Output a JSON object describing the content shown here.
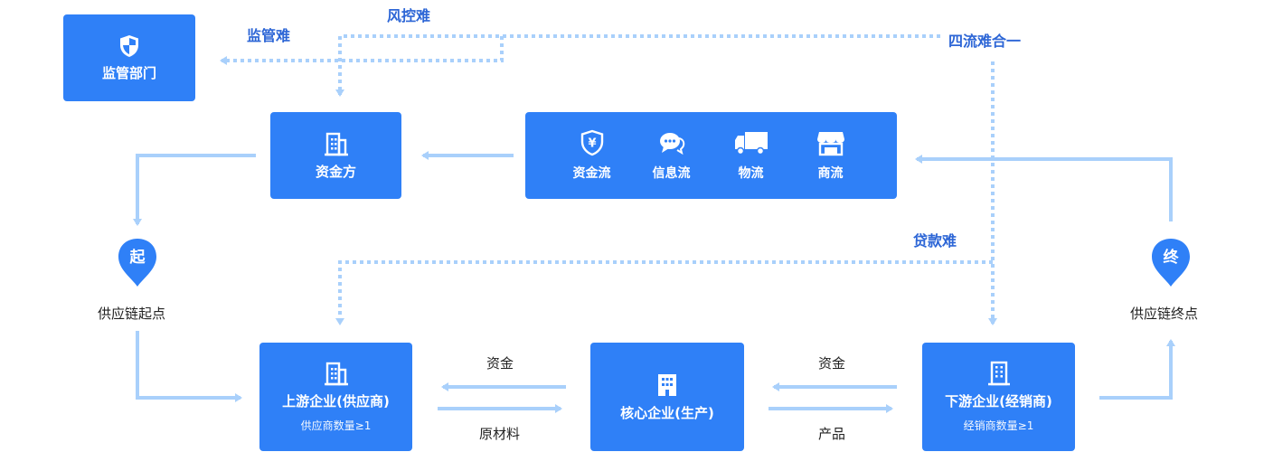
{
  "labels": {
    "regulation_hard": "监管难",
    "risk_control_hard": "风控难",
    "four_flows_hard": "四流难合一",
    "loan_hard": "贷款难"
  },
  "nodes": {
    "regulator": {
      "label": "监管部门",
      "icon": "shield-icon"
    },
    "funder": {
      "label": "资金方",
      "icon": "building-icon"
    },
    "flows": {
      "items": [
        {
          "label": "资金流",
          "icon": "yuan-shield-icon"
        },
        {
          "label": "信息流",
          "icon": "chat-icon"
        },
        {
          "label": "物流",
          "icon": "truck-icon"
        },
        {
          "label": "商流",
          "icon": "store-icon"
        }
      ]
    },
    "upstream": {
      "label": "上游企业(供应商)",
      "sub": "供应商数量≥1",
      "icon": "building-icon"
    },
    "core": {
      "label": "核心企业(生产)",
      "icon": "building-icon"
    },
    "downstream": {
      "label": "下游企业(经销商)",
      "sub": "经销商数量≥1",
      "icon": "building-icon"
    }
  },
  "start": {
    "pin": "起",
    "label": "供应链起点"
  },
  "end": {
    "pin": "终",
    "label": "供应链终点"
  },
  "edges": {
    "up_core_top": "资金",
    "up_core_bottom": "原材料",
    "core_down_top": "资金",
    "core_down_bottom": "产品"
  },
  "colors": {
    "primary": "#2f80f7",
    "line": "#a9d0fb",
    "tag": "#2d66d6"
  }
}
